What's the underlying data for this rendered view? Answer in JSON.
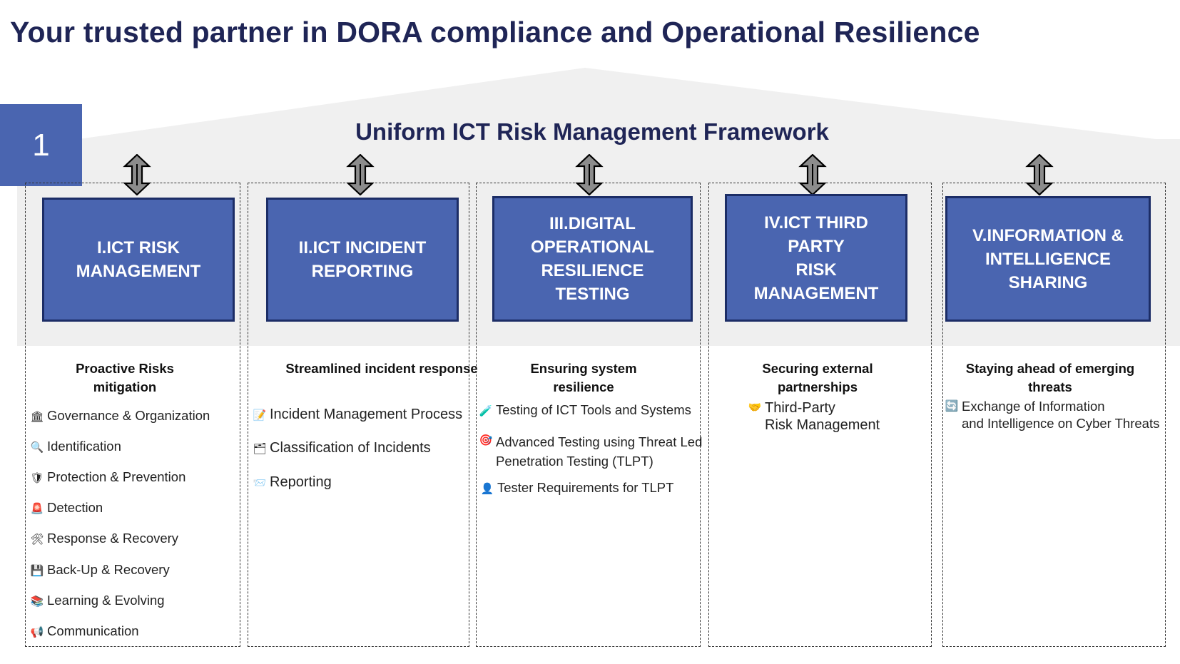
{
  "title": "Your trusted partner in DORA compliance and Operational Resilience",
  "badge": "1",
  "framework_title": "Uniform ICT Risk Management Framework",
  "pillars": [
    {
      "label": "I.ICT RISK\nMANAGEMENT",
      "subtitle": "Proactive Risks\nmitigation",
      "items": [
        {
          "icon": "🏛",
          "icon_name": "institution-icon",
          "text": "Governance & Organization"
        },
        {
          "icon": "🔍",
          "icon_name": "magnifier-icon",
          "text": "Identification"
        },
        {
          "icon": "🛡",
          "icon_name": "shield-icon",
          "text": "Protection & Prevention"
        },
        {
          "icon": "🚨",
          "icon_name": "siren-icon",
          "text": "Detection"
        },
        {
          "icon": "🛠",
          "icon_name": "tools-icon",
          "text": "Response & Recovery"
        },
        {
          "icon": "💾",
          "icon_name": "floppy-disk-icon",
          "text": "Back-Up & Recovery"
        },
        {
          "icon": "📚",
          "icon_name": "books-icon",
          "text": "Learning & Evolving"
        },
        {
          "icon": "📢",
          "icon_name": "megaphone-icon",
          "text": "Communication"
        }
      ]
    },
    {
      "label": "II.ICT INCIDENT\nREPORTING",
      "subtitle": "Streamlined incident response",
      "items": [
        {
          "icon": "📝",
          "icon_name": "memo-icon",
          "text": "Incident Management Process"
        },
        {
          "icon": "🗂",
          "icon_name": "folder-icon",
          "text": "Classification of Incidents"
        },
        {
          "icon": "📨",
          "icon_name": "envelope-icon",
          "text": "Reporting"
        }
      ]
    },
    {
      "label": "III.DIGITAL\nOPERATIONAL\nRESILIENCE\nTESTING",
      "subtitle": "Ensuring system\nresilience",
      "items": [
        {
          "icon": "🧪",
          "icon_name": "test-tube-icon",
          "text": "Testing of ICT Tools and Systems"
        },
        {
          "icon": "🎯",
          "icon_name": "target-icon",
          "text": "Advanced Testing using Threat Led\nPenetration Testing (TLPT)"
        },
        {
          "icon": "👤",
          "icon_name": "person-icon",
          "text": "Tester Requirements for TLPT"
        }
      ]
    },
    {
      "label": "IV.ICT THIRD PARTY\nRISK\nMANAGEMENT",
      "subtitle": "Securing external\npartnerships",
      "items": [
        {
          "icon": "🤝",
          "icon_name": "handshake-icon",
          "text": "Third-Party\nRisk Management"
        }
      ]
    },
    {
      "label": "V.INFORMATION &\nINTELLIGENCE\nSHARING",
      "subtitle": "Staying ahead of emerging\nthreats",
      "items": [
        {
          "icon": "🔄",
          "icon_name": "exchange-arrows-icon",
          "text": "Exchange of Information\nand Intelligence on Cyber Threats"
        }
      ]
    }
  ],
  "colors": {
    "title": "#1f2556",
    "pillar_fill": "#4a65b0",
    "pillar_border": "#1c2d66",
    "band": "#efefef",
    "roof": "#f0f0f0"
  }
}
